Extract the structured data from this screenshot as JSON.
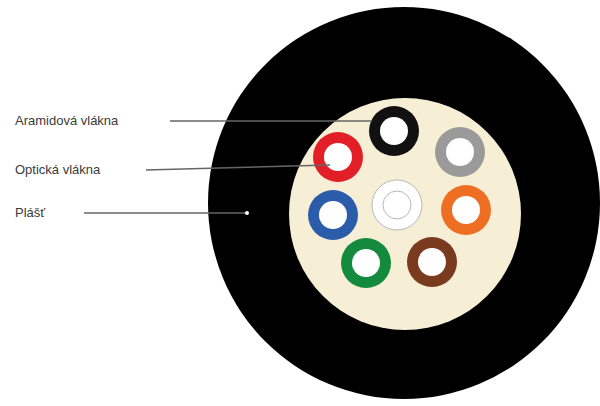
{
  "diagram": {
    "labels": [
      "Aramidová vlákna",
      "Optická vlákna",
      "Plášť"
    ]
  }
}
